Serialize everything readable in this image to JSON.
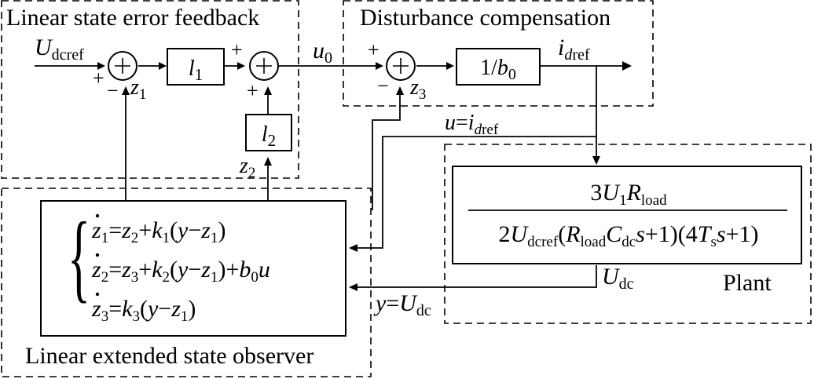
{
  "regions": {
    "lsef": "Linear state error feedback",
    "dist": "Disturbance compensation",
    "leso": "Linear extended state observer",
    "plant": "Plant"
  },
  "blocks": {
    "l1": {
      "sym": "l",
      "sub": "1"
    },
    "l2": {
      "sym": "l",
      "sub": "2"
    },
    "gain": {
      "pre": "1/",
      "sym": "b",
      "sub": "0"
    }
  },
  "signals": {
    "udcref": {
      "sym": "U",
      "sub": "dcref"
    },
    "u0": {
      "sym": "u",
      "sub": "0"
    },
    "idref": {
      "sym": "i",
      "subit": "d",
      "sub": "ref"
    },
    "z1": {
      "sym": "z",
      "sub": "1"
    },
    "z2": {
      "sym": "z",
      "sub": "2"
    },
    "z3": {
      "sym": "z",
      "sub": "3"
    },
    "u_eq": {
      "a": "u",
      "eq": "=",
      "sym": "i",
      "subit": "d",
      "sub": "ref"
    },
    "y_eq": {
      "a": "y",
      "eq": "=",
      "sym": "U",
      "sub": "dc"
    },
    "udc": {
      "sym": "U",
      "sub": "dc"
    }
  },
  "signs": {
    "plus": "+",
    "minus": "−"
  },
  "plant_tf": {
    "num": {
      "coef": "3",
      "u": "U",
      "u_sub": "1",
      "r": "R",
      "r_sub": "load"
    },
    "den": {
      "coef": "2",
      "u": "U",
      "u_sub": "dcref",
      "p1": "(",
      "r": "R",
      "r_sub": "load",
      "c": "C",
      "c_sub": "dc",
      "s1": "s",
      "t1": "+1)",
      "p2": "(4",
      "t": "T",
      "t_sub": "s",
      "s2": "s",
      "t2": "+1)"
    }
  },
  "observer": {
    "eq1": {
      "lhs": "z",
      "lhs_sub": "1",
      "eq": "=",
      "a": "z",
      "a_sub": "2",
      "plus": "+",
      "k": "k",
      "k_sub": "1",
      "open": "(",
      "y": "y",
      "minus": "−",
      "z": "z",
      "z_sub": "1",
      "close": ")"
    },
    "eq2": {
      "lhs": "z",
      "lhs_sub": "2",
      "eq": "=",
      "a": "z",
      "a_sub": "3",
      "plus": "+",
      "k": "k",
      "k_sub": "2",
      "open": "(",
      "y": "y",
      "minus": "−",
      "z": "z",
      "z_sub": "1",
      "close": ")",
      "plus2": "+",
      "b": "b",
      "b_sub": "0",
      "u": "u"
    },
    "eq3": {
      "lhs": "z",
      "lhs_sub": "3",
      "eq": "=",
      "k": "k",
      "k_sub": "3",
      "open": "(",
      "y": "y",
      "minus": "−",
      "z": "z",
      "z_sub": "1",
      "close": ")"
    }
  }
}
